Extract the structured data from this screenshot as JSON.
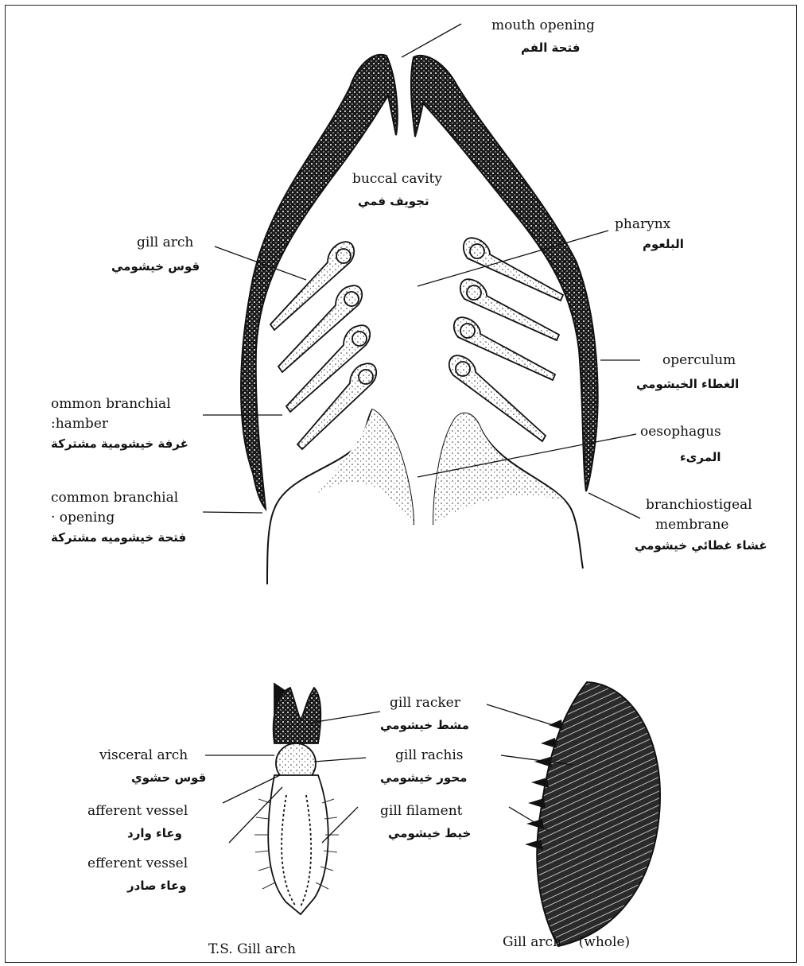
{
  "labels": {
    "mouth_opening": {
      "en": "mouth opening",
      "ar": "فتحة الفم"
    },
    "buccal_cavity": {
      "en": "buccal cavity",
      "ar": "تجويف فمي"
    },
    "pharynx": {
      "en": "pharynx",
      "ar": "البلعوم"
    },
    "gill_arch": {
      "en": "gill arch",
      "ar": "قوس خيشومي"
    },
    "operculum": {
      "en": "operculum",
      "ar": "الغطاء الخيشومي"
    },
    "common_branchial_chamber": {
      "en1": "ommon branchial",
      "en2": ":hamber",
      "ar": "غرفة خيشومية مشتركة"
    },
    "oesophagus": {
      "en": "oesophagus",
      "ar": "المرىء"
    },
    "common_branchial_opening": {
      "en1": "common branchial",
      "en2": "· opening",
      "ar": "فتحة خيشوميه مشتركة"
    },
    "branchiostigeal_membrane": {
      "en1": "branchiostigeal",
      "en2": "membrane",
      "ar": "غشاء غطائي   خيشومي"
    },
    "gill_racker": {
      "en": "gill racker",
      "ar": "مشط خيشومي"
    },
    "visceral_arch": {
      "en": "visceral arch",
      "ar": "قوس حشوي"
    },
    "gill_rachis": {
      "en": "gill rachis",
      "ar": "محور خيشومي"
    },
    "afferent_vessel": {
      "en": "afferent vessel",
      "ar": "وعاء وارد"
    },
    "gill_filament": {
      "en": "gill filament",
      "ar": "خيط   خيشومي"
    },
    "efferent_vessel": {
      "en": "efferent vessel",
      "ar": "وعاء صادر"
    }
  },
  "captions": {
    "ts_gill_arch": "T.S. Gill arch",
    "gill_arch_whole": "Gill arch    (whole)"
  },
  "colors": {
    "ink": "#111111",
    "paper": "#ffffff",
    "stipple": "#333333"
  }
}
